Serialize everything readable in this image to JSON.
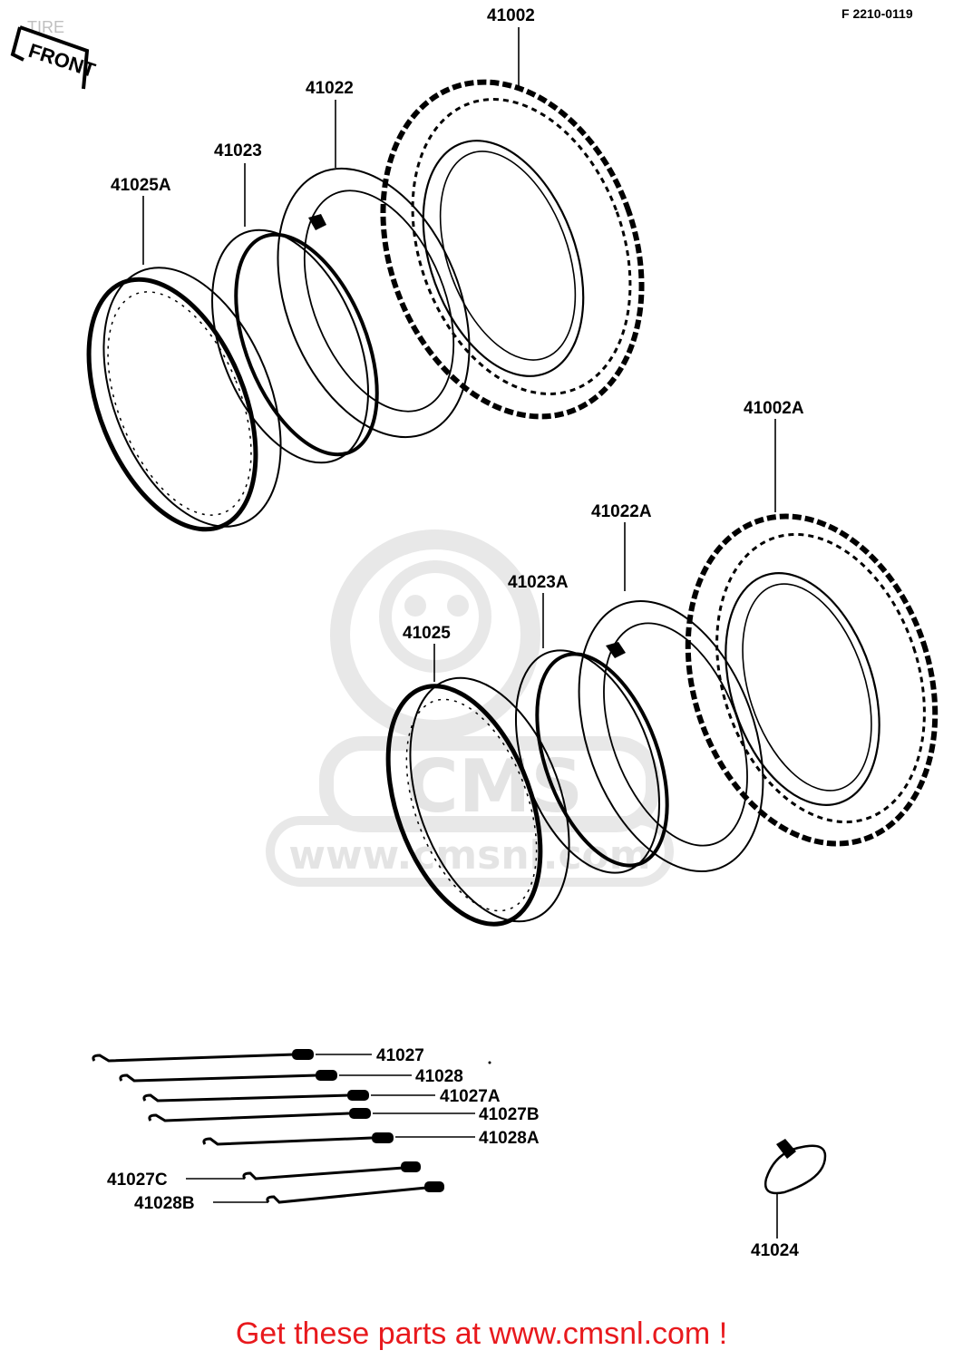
{
  "header": {
    "title": "TIRE",
    "code": "F 2210-0119",
    "front_label": "FRONT"
  },
  "watermark": {
    "text": "www.cmsnl.com",
    "logo_text": "CMS"
  },
  "callouts": {
    "p41002": "41002",
    "p41022": "41022",
    "p41023": "41023",
    "p41025A": "41025A",
    "p41002A": "41002A",
    "p41022A": "41022A",
    "p41023A": "41023A",
    "p41025": "41025",
    "p41027": "41027",
    "p41028": "41028",
    "p41027A": "41027A",
    "p41027B": "41027B",
    "p41028A": "41028A",
    "p41027C": "41027C",
    "p41028B": "41028B",
    "p41024": "41024"
  },
  "footer": {
    "text": "Get these parts at www.cmsnl.com !"
  }
}
